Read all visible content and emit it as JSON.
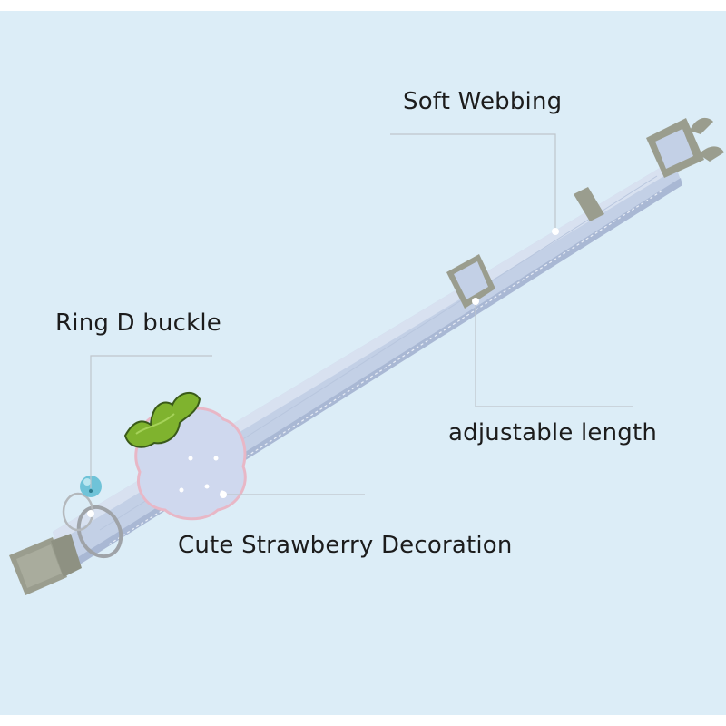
{
  "image": {
    "background_color": "#dcedf7",
    "collar_color": "#c2cfe6",
    "hardware_color": "#9a9d8e",
    "leaf_color": "#7fb32e",
    "bell_color": "#6fc3d8"
  },
  "labels": {
    "soft_webbing": "Soft Webbing",
    "ring_d_buckle": "Ring D buckle",
    "adjustable_length": "adjustable length",
    "strawberry": "Cute Strawberry Decoration"
  }
}
